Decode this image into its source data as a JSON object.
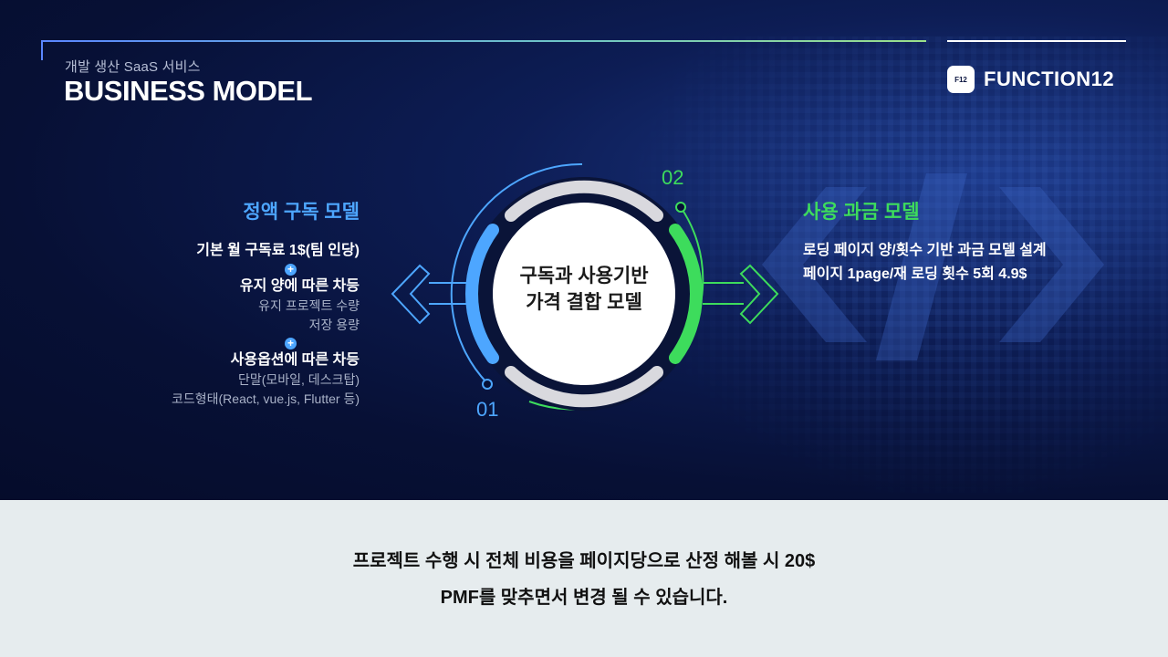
{
  "header": {
    "subtitle": "개발 생산 SaaS 서비스",
    "title": "BUSINESS MODEL",
    "logo_mark": "F12",
    "logo_text": "FUNCTION12"
  },
  "left": {
    "heading": "정액 구독 모델",
    "item1": "기본 월 구독료 1$(팀 인당)",
    "item2": "유지 양에 따른 차등",
    "item2_sub1": "유지 프로젝트 수량",
    "item2_sub2": "저장 용량",
    "item3": "사용옵션에 따른 차등",
    "item3_sub1": "단말(모바일, 데스크탑)",
    "item3_sub2": "코드형태(React, vue.js, Flutter 등)",
    "plus": "+"
  },
  "center": {
    "line1": "구독과 사용기반",
    "line2": "가격 결합 모델",
    "num_left": "01",
    "num_right": "02"
  },
  "right": {
    "heading": "사용 과금 모델",
    "line1": "로딩 페이지 양/횟수 기반 과금 모델 설계",
    "line2": "페이지 1page/재 로딩 횟수 5회 4.9$"
  },
  "footer": {
    "line1": "프로젝트 수행 시 전체 비용을 페이지당으로 산정 해볼 시 20$",
    "line2": "PMF를 맞추면서 변경 될 수 있습니다."
  },
  "colors": {
    "accent_blue": "#4da6ff",
    "accent_green": "#3ddc5c",
    "background_dark": "#071035",
    "footer_bg": "#e6ecee"
  },
  "icons": [
    "left-arrow-icon",
    "right-arrow-icon",
    "code-brackets-icon"
  ]
}
